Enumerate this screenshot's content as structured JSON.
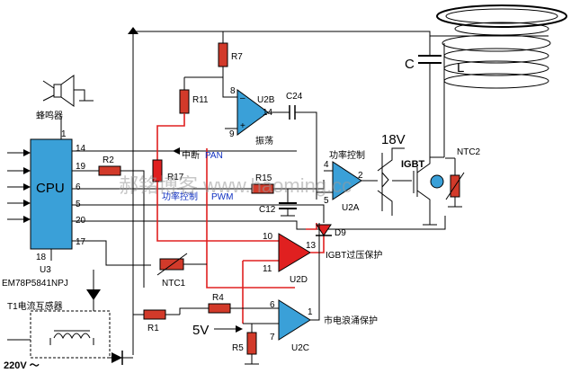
{
  "title": "",
  "labels": {
    "buzzer": "蜂鸣器",
    "cpu": "CPU",
    "u3": "U3",
    "mcu_model": "EM78P5841NPJ",
    "ct": "T1电流互感器",
    "mains": "220V ～",
    "pin1": "1",
    "pin14": "14",
    "pin19": "19",
    "pin6": "6",
    "pin5": "5",
    "pin20": "20",
    "pin18": "18",
    "pin17": "17",
    "r2": "R2",
    "r7": "R7",
    "r11": "R11",
    "r17": "R17",
    "r15": "R15",
    "c12": "C12",
    "c24": "C24",
    "u2b": "U2B",
    "u2b_p8": "8",
    "u2b_p9": "9",
    "u2b_p14": "14",
    "osc": "振荡",
    "interrupt": "中断",
    "pan": "PAN",
    "power_ctrl_pwm": "功率控制",
    "pwm": "PWM",
    "power_ctrl": "功率控制",
    "u2a": "U2A",
    "u2a_p4": "4",
    "u2a_p5": "5",
    "u2a_p2": "2",
    "v18": "18V",
    "igbt": "IGBT",
    "ntc2": "NTC2",
    "cap_c": "C",
    "coil_l": "L",
    "d9": "D9",
    "u2d": "U2D",
    "u2d_p10": "10",
    "u2d_p11": "11",
    "u2d_p13": "13",
    "igbt_ovp": "IGBT过压保护",
    "ntc1": "NTC1",
    "r4": "R4",
    "r1": "R1",
    "r5": "R5",
    "v5": "5V",
    "u2c": "U2C",
    "u2c_p6": "6",
    "u2c_p7": "7",
    "u2c_p1": "1",
    "surge": "市电浪涌保护"
  },
  "watermark": "郝铭博客 www.haoming.cc",
  "colors": {
    "highlight": "#e02020",
    "component": "#d23a2a",
    "pwm_text": "#1030c0"
  }
}
